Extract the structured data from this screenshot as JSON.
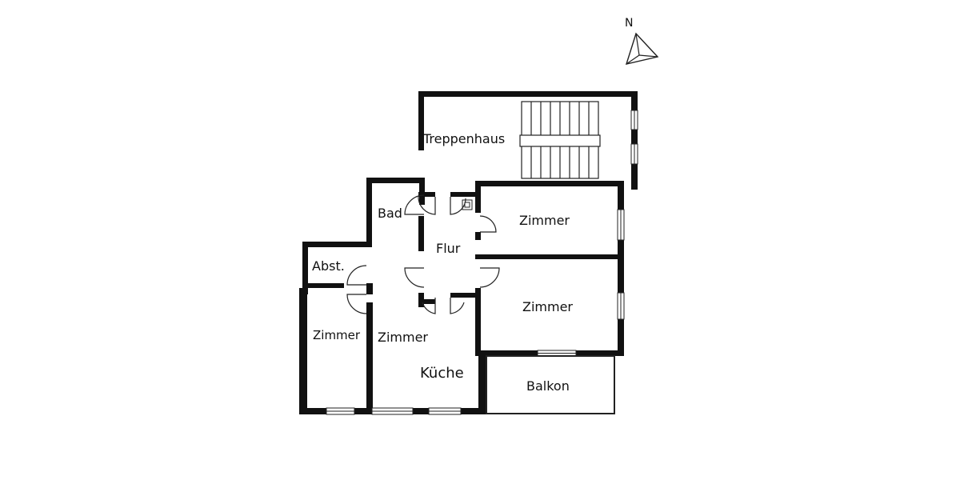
{
  "compass": {
    "label": "N",
    "icon": "north-arrow-icon"
  },
  "rooms": {
    "treppenhaus": "Treppenhaus",
    "bad": "Bad",
    "flur": "Flur",
    "abst": "Abst.",
    "zimmer_top_right": "Zimmer",
    "zimmer_mid_right": "Zimmer",
    "zimmer_left": "Zimmer",
    "zimmer_center": "Zimmer",
    "kueche": "Küche",
    "balkon": "Balkon"
  },
  "colors": {
    "wall": "#111111",
    "background": "#ffffff",
    "line": "#222222"
  }
}
